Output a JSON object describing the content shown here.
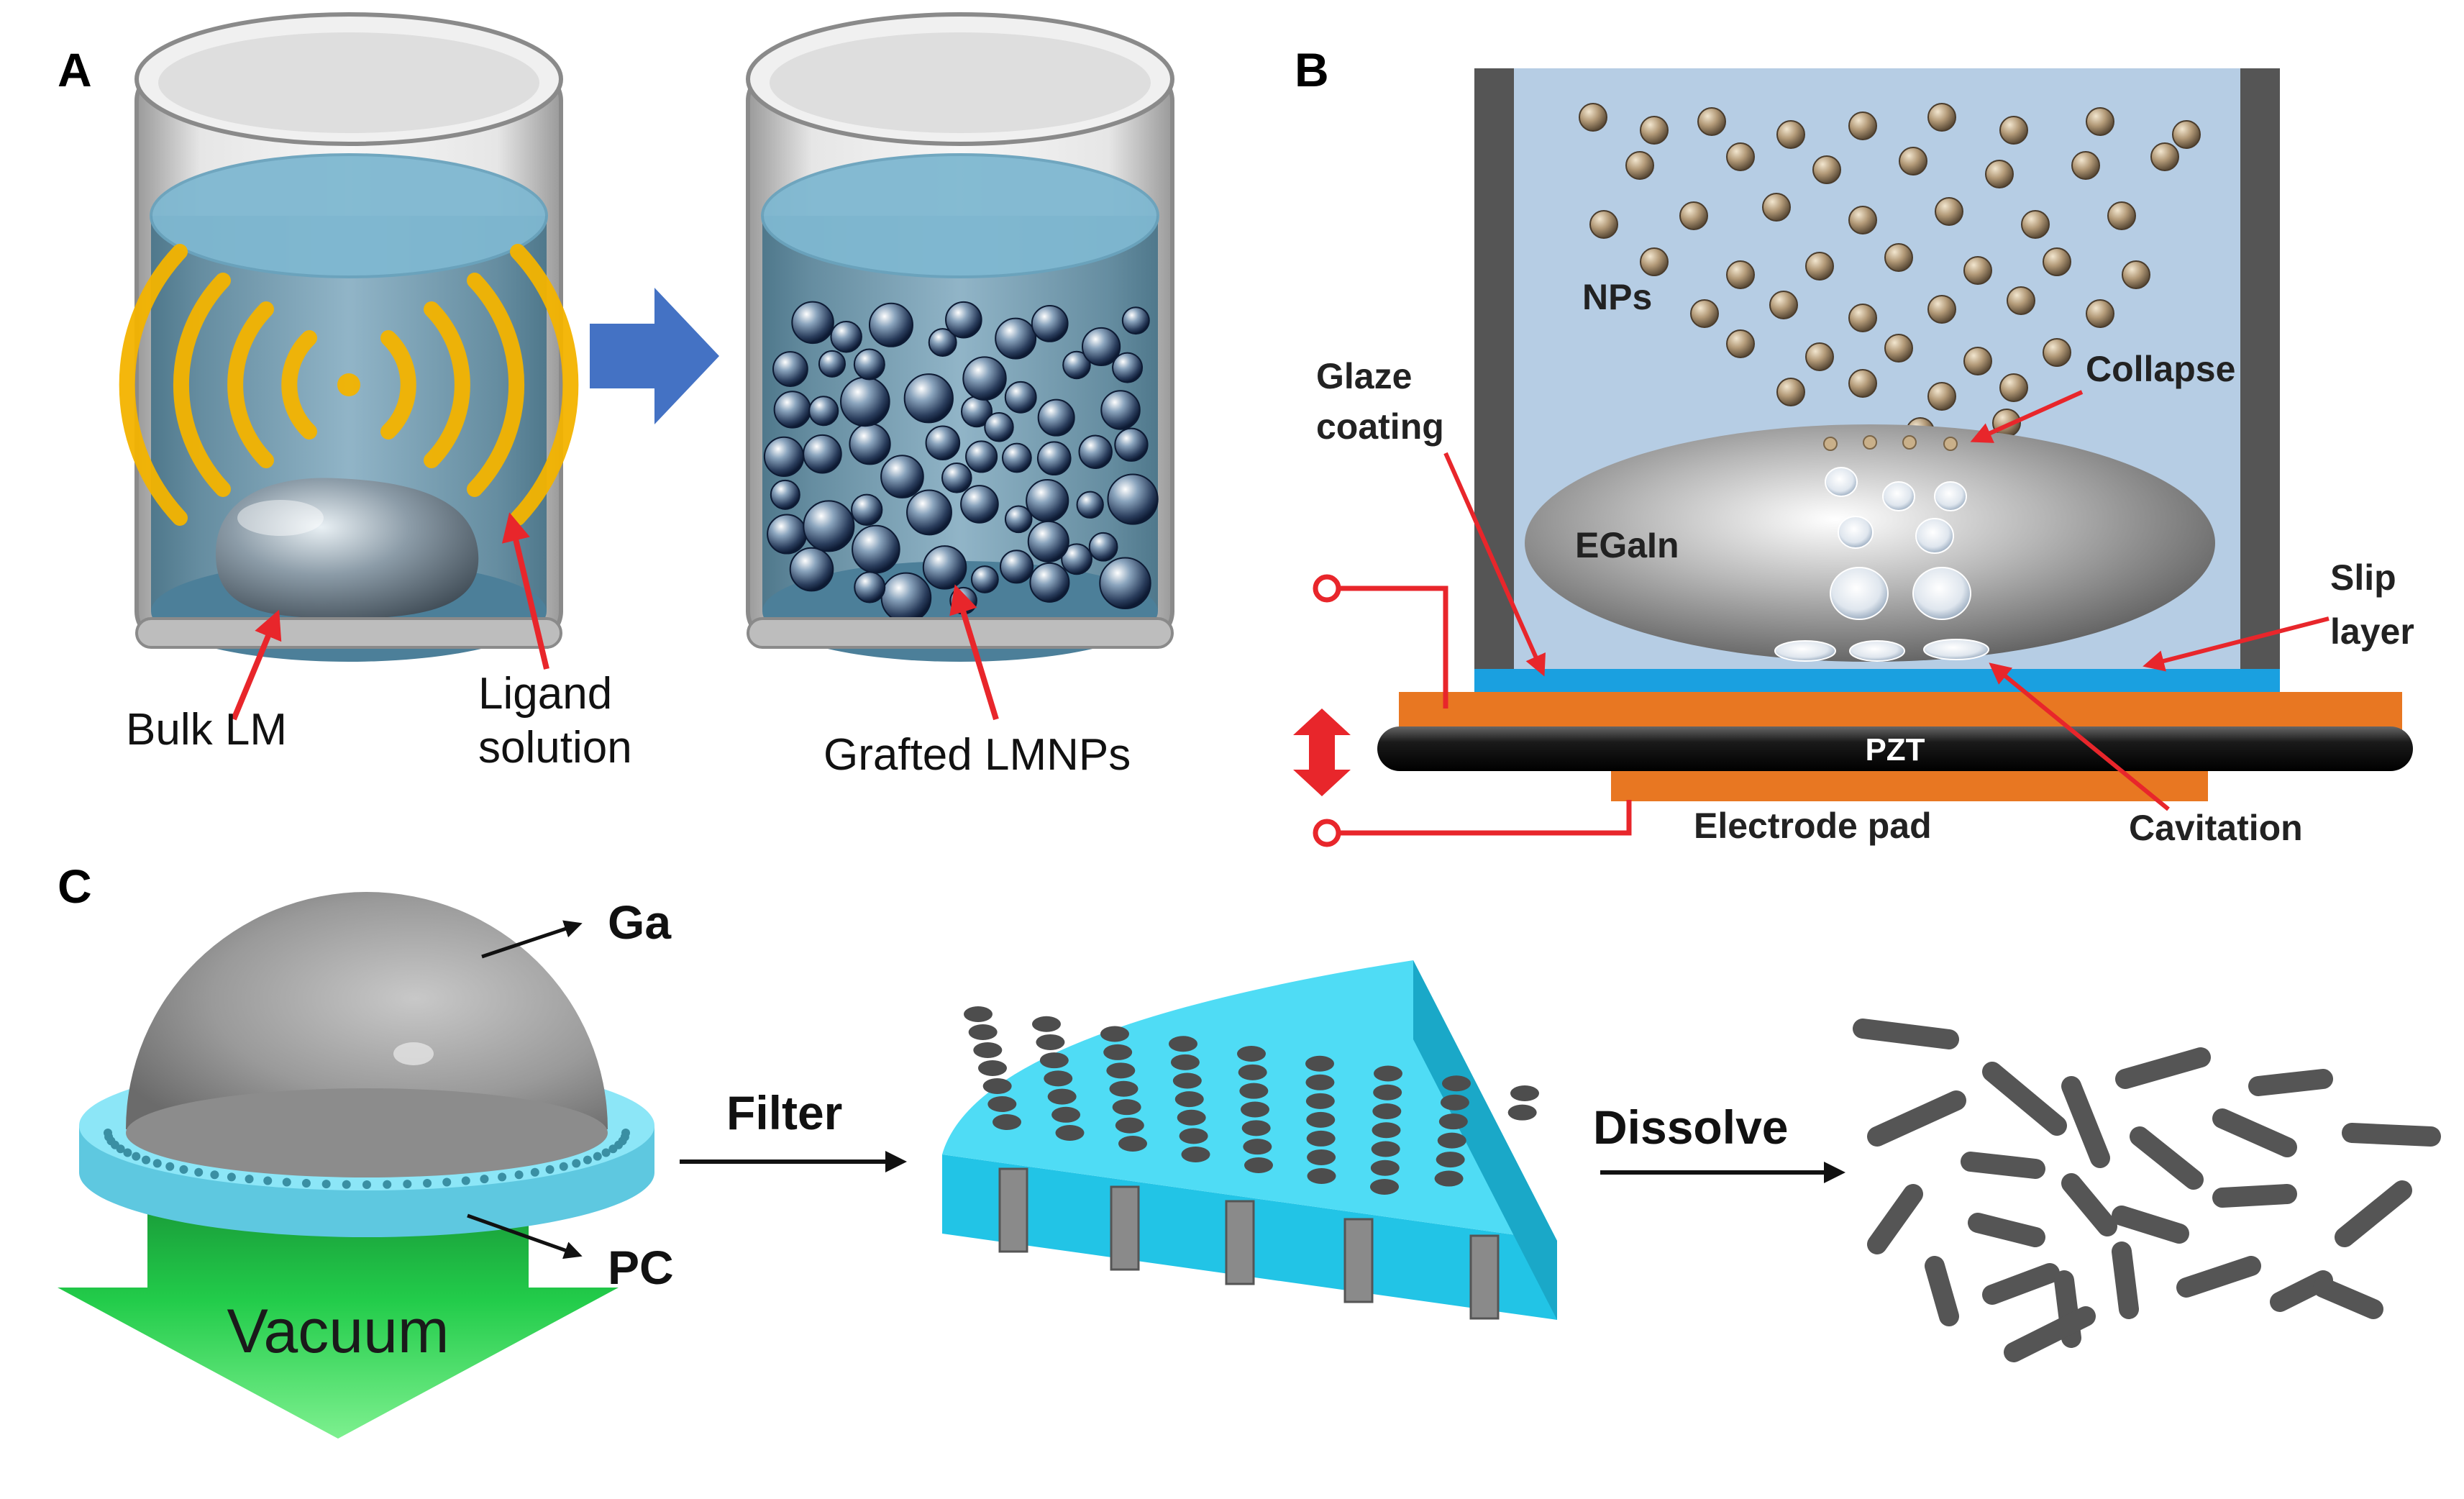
{
  "panels": {
    "a": "A",
    "b": "B",
    "c": "C"
  },
  "panel_a": {
    "bulk_lm": "Bulk LM",
    "ligand_line1": "Ligand",
    "ligand_line2": "solution",
    "grafted": "Grafted LMNPs"
  },
  "panel_b": {
    "nps": "NPs",
    "collapse": "Collapse",
    "glaze_line1": "Glaze",
    "glaze_line2": "coating",
    "egain": "EGaIn",
    "slip_line1": "Slip",
    "slip_line2": "layer",
    "pzt": "PZT",
    "electrode": "Electrode pad",
    "cavitation": "Cavitation"
  },
  "panel_c": {
    "ga": "Ga",
    "pc": "PC",
    "vacuum": "Vacuum",
    "filter": "Filter",
    "dissolve": "Dissolve"
  },
  "colors": {
    "arrow_red": "#e8262b",
    "cyan": "#3fd6ee",
    "green": "#22cc4a",
    "orange": "#e87722",
    "water": "#b6cde4",
    "flow_arrow": "#4472c4",
    "wave": "#f4b400"
  }
}
